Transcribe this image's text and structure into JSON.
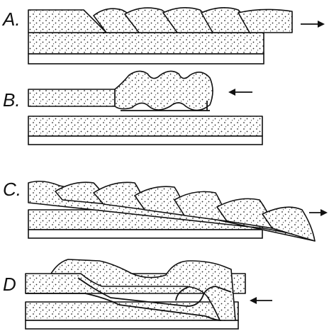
{
  "panels": [
    {
      "label": "A.",
      "arrow": "right"
    },
    {
      "label": "B.",
      "arrow": "left"
    },
    {
      "label": "C.",
      "arrow": "right"
    },
    {
      "label": "D",
      "arrow": "left"
    }
  ]
}
